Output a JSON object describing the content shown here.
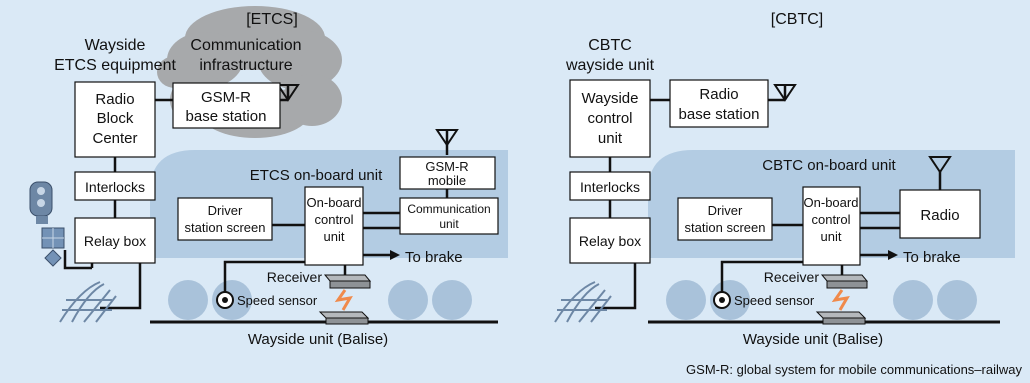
{
  "etcs": {
    "title": "[ETCS]",
    "wayside_equipment": [
      "Wayside",
      "ETCS equipment"
    ],
    "comm_infrastructure": [
      "Communication",
      "infrastructure"
    ],
    "rbc": [
      "Radio",
      "Block",
      "Center"
    ],
    "gsmr_base": [
      "GSM-R",
      "base station"
    ],
    "interlocks": "Interlocks",
    "relay_box": "Relay box",
    "onboard_unit": "ETCS on-board unit",
    "gsmr_mobile": [
      "GSM-R",
      "mobile"
    ],
    "driver_screen": [
      "Driver",
      "station screen"
    ],
    "onboard_control": [
      "On-board",
      "control",
      "unit"
    ],
    "comm_unit": [
      "Communication",
      "unit"
    ],
    "to_brake": "To brake",
    "receiver": "Receiver",
    "speed_sensor": "Speed sensor",
    "wayside_unit": "Wayside unit (Balise)"
  },
  "cbtc": {
    "title": "[CBTC]",
    "wayside_unit_title": [
      "CBTC",
      "wayside unit"
    ],
    "wayside_control": [
      "Wayside",
      "control",
      "unit"
    ],
    "radio_base": [
      "Radio",
      "base station"
    ],
    "interlocks": "Interlocks",
    "relay_box": "Relay box",
    "onboard_unit": "CBTC on-board unit",
    "driver_screen": [
      "Driver",
      "station screen"
    ],
    "onboard_control": [
      "On-board",
      "control",
      "unit"
    ],
    "radio": "Radio",
    "to_brake": "To brake",
    "receiver": "Receiver",
    "speed_sensor": "Speed sensor",
    "wayside_unit": "Wayside unit (Balise)"
  },
  "footnote": "GSM-R: global system for mobile communications–railway",
  "colors": {
    "background": "#dae9f6",
    "train_body": "#b3cce3",
    "wheel": "#a9c2da",
    "cloud": "#a7a9ab",
    "box": "#ffffff",
    "line": "#111111",
    "balise": "#8e9296",
    "signal_zigzag": "#f08a4b"
  }
}
